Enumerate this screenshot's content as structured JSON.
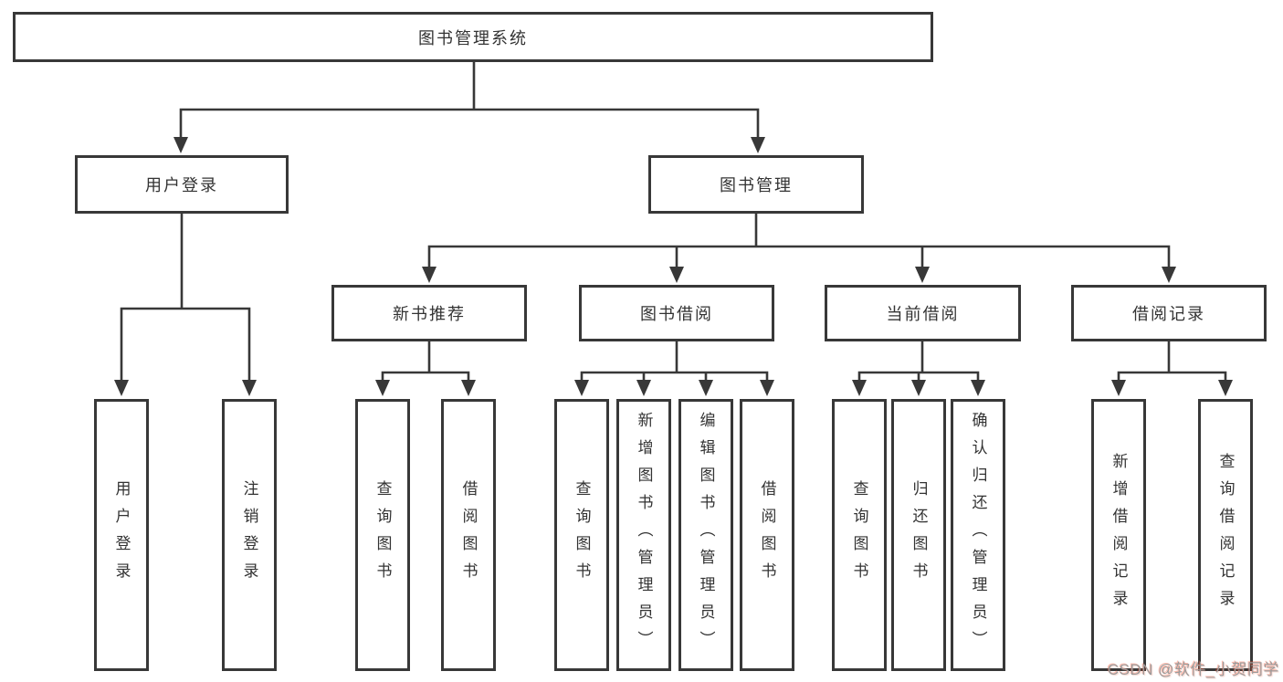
{
  "diagram": {
    "root": {
      "label": "图书管理系统"
    },
    "user_login": {
      "label": "用户登录",
      "children": [
        {
          "label": "用户登录"
        },
        {
          "label": "注销登录"
        }
      ]
    },
    "book_management": {
      "label": "图书管理",
      "sections": [
        {
          "label": "新书推荐",
          "children": [
            {
              "label": "查询图书"
            },
            {
              "label": "借阅图书"
            }
          ]
        },
        {
          "label": "图书借阅",
          "children": [
            {
              "label": "查询图书"
            },
            {
              "label": "新增图书（管理员）"
            },
            {
              "label": "编辑图书（管理员）"
            },
            {
              "label": "借阅图书"
            }
          ]
        },
        {
          "label": "当前借阅",
          "children": [
            {
              "label": "查询图书"
            },
            {
              "label": "归还图书"
            },
            {
              "label": "确认归还（管理员）"
            }
          ]
        },
        {
          "label": "借阅记录",
          "children": [
            {
              "label": "新增借阅记录"
            },
            {
              "label": "查询借阅记录"
            }
          ]
        }
      ]
    }
  },
  "watermark": {
    "text": "CSDN @软件_小贺同学"
  },
  "colors": {
    "line": "#383838",
    "text": "#333333",
    "watermark_gray": "#9b9b9b",
    "watermark_red": "#fc5531"
  }
}
